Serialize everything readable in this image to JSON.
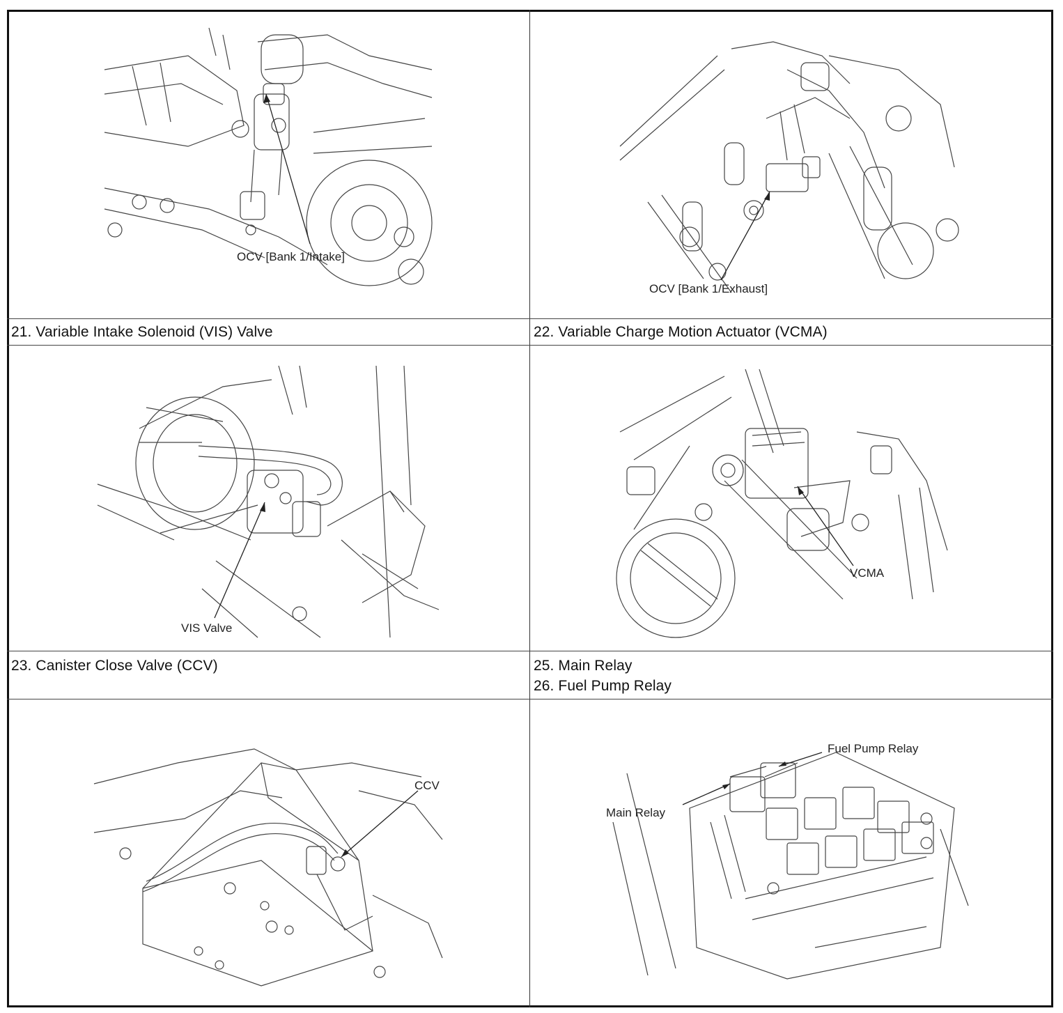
{
  "panels": {
    "ocv_intake": {
      "callout": "OCV [Bank 1/Intake]"
    },
    "ocv_exhaust": {
      "callout": "OCV [Bank 1/Exhaust]"
    },
    "vis": {
      "caption": "21. Variable Intake Solenoid (VIS) Valve",
      "callout": "VIS Valve"
    },
    "vcma": {
      "caption": "22. Variable Charge Motion Actuator (VCMA)",
      "callout": "VCMA"
    },
    "ccv": {
      "caption": "23. Canister Close Valve (CCV)",
      "callout": "CCV"
    },
    "relays": {
      "caption_line1": "25. Main Relay",
      "caption_line2": "26. Fuel Pump Relay",
      "callout_main": "Main Relay",
      "callout_fuel": "Fuel Pump Relay"
    }
  }
}
